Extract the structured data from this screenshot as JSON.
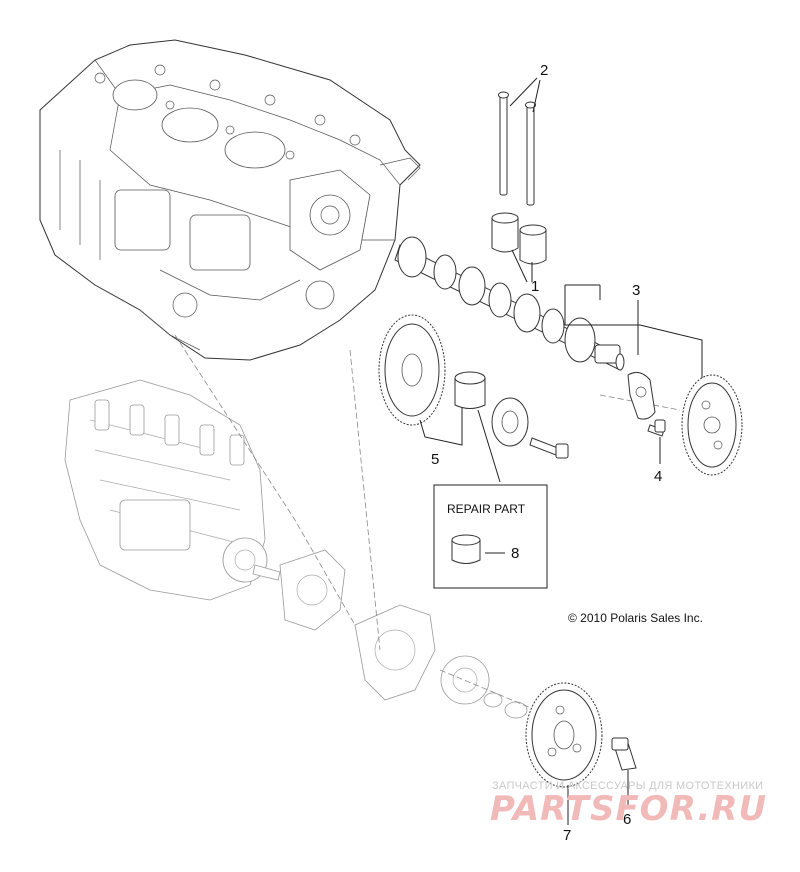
{
  "callouts": {
    "c1": "1",
    "c2": "2",
    "c3": "3",
    "c4": "4",
    "c5": "5",
    "c6": "6",
    "c7": "7",
    "c8": "8"
  },
  "repair_box": {
    "title": "REPAIR PART"
  },
  "copyright": "© 2010 Polaris Sales Inc.",
  "watermark": {
    "tagline": "ЗАПЧАСТИ И АКСЕССУАРЫ ДЛЯ МОТОТЕХНИКИ",
    "brand": "PARTSFOR.RU"
  },
  "colors": {
    "line": "#222222",
    "watermark_brand": "#f2b9b9",
    "watermark_text": "#c9c9c9"
  }
}
